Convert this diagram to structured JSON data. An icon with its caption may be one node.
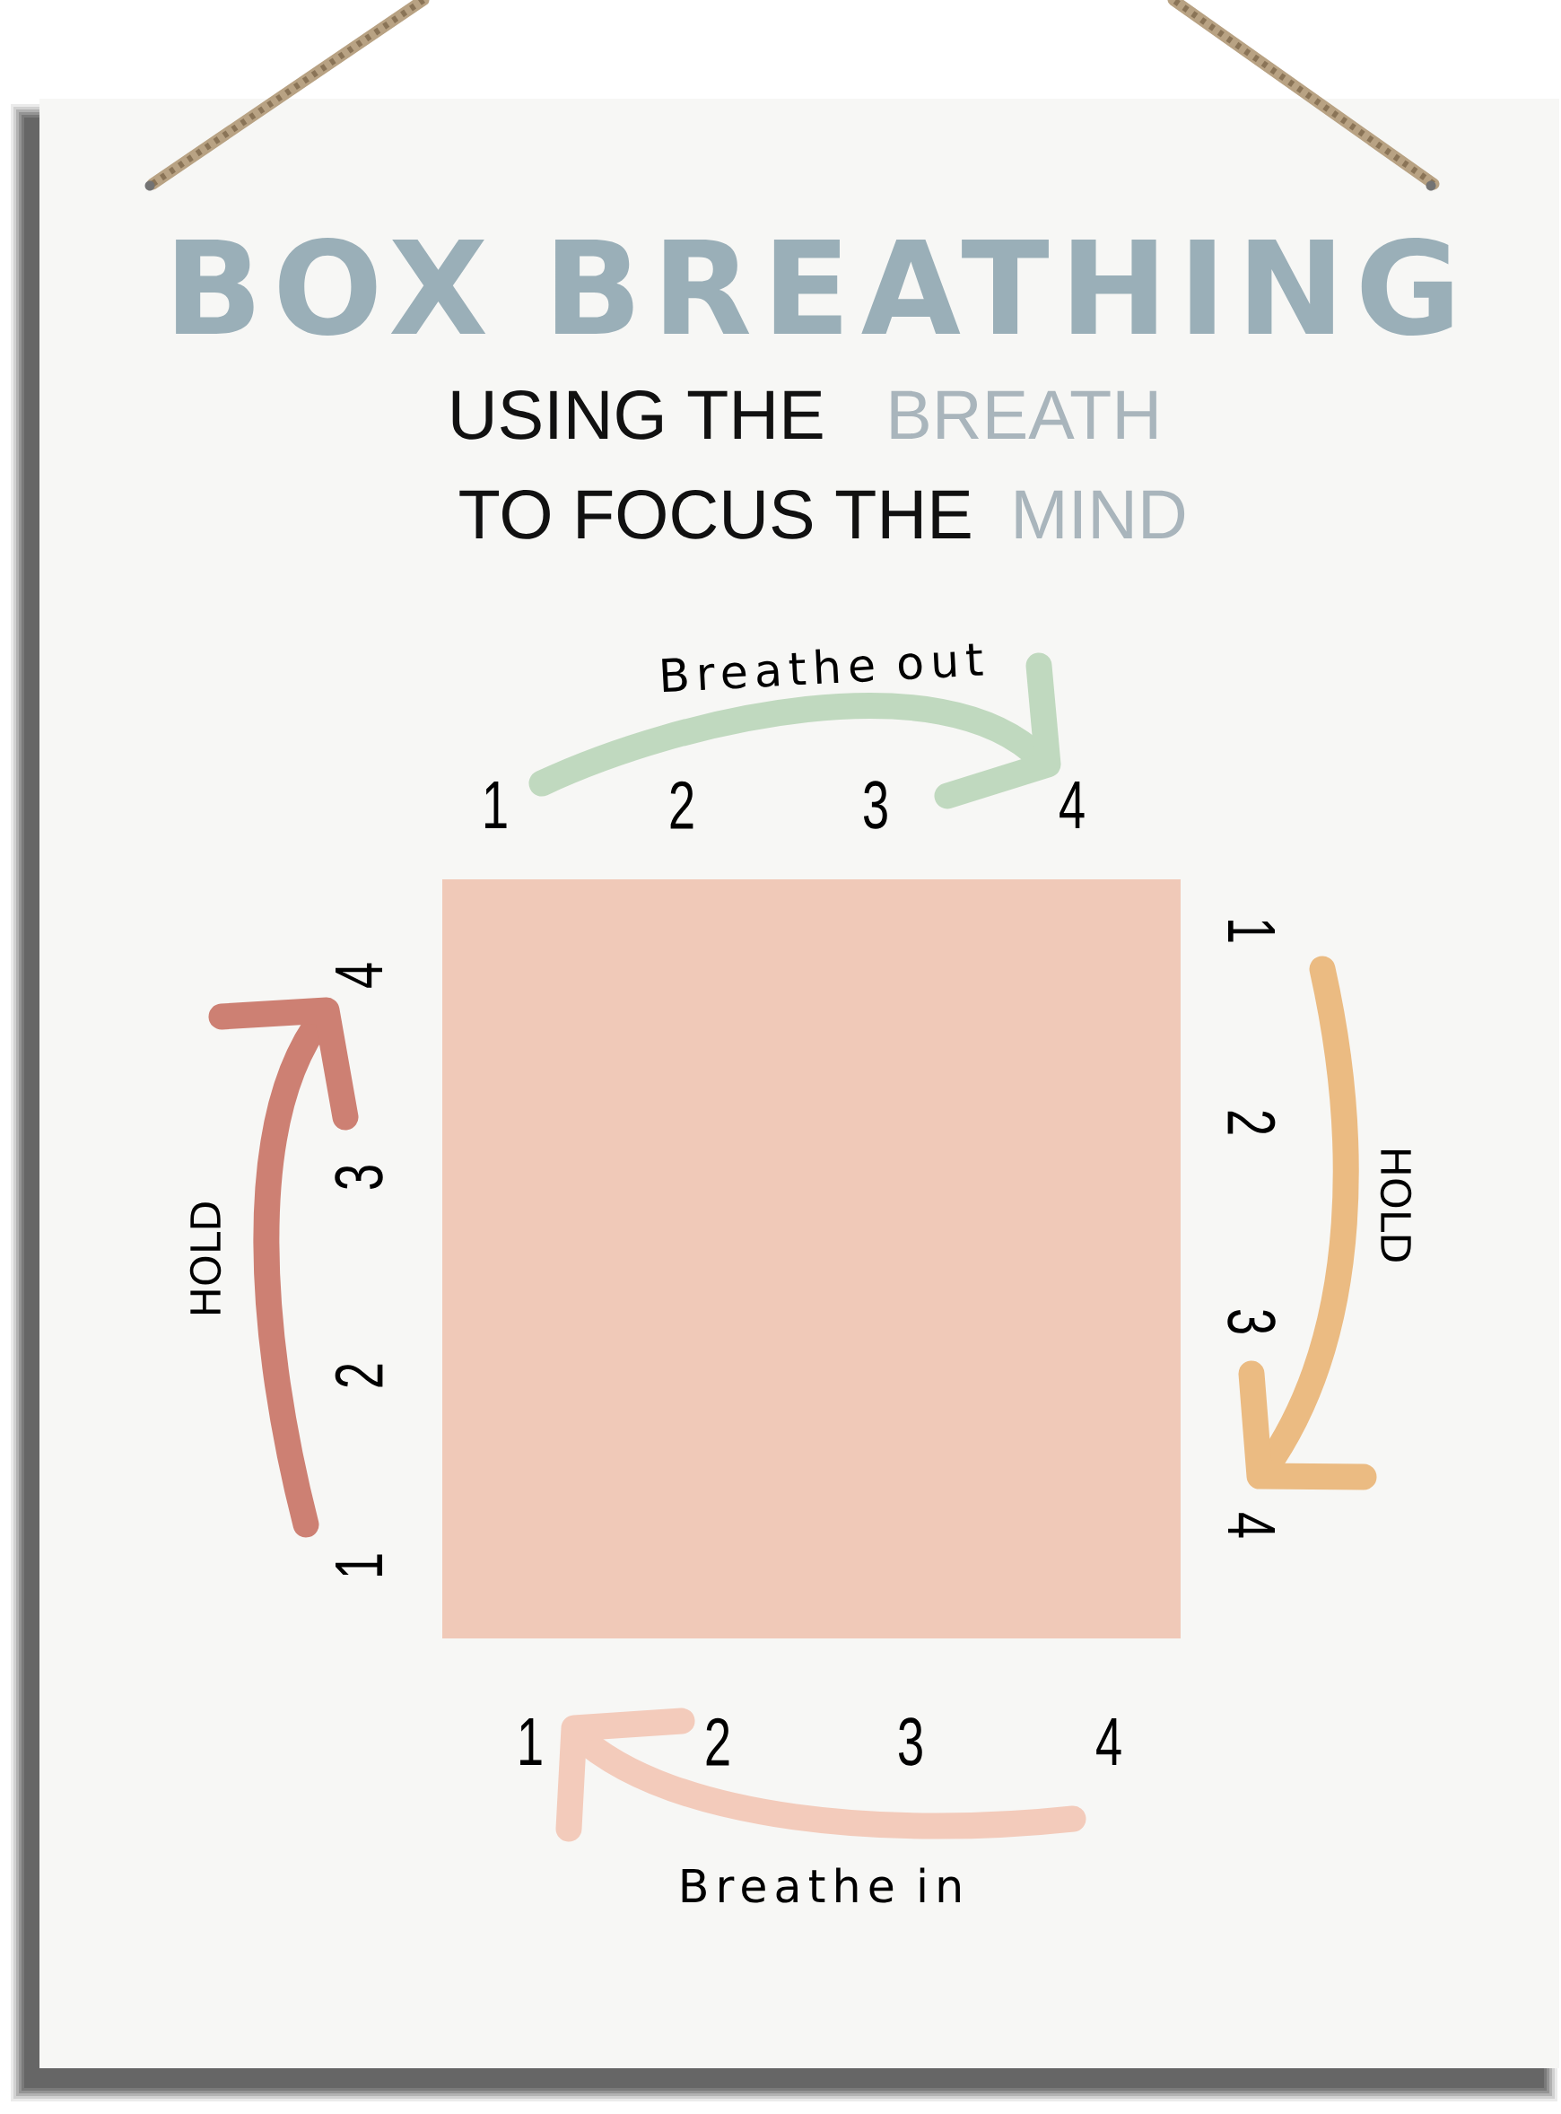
{
  "diagram": {
    "title": "BOX BREATHING",
    "nodes": [
      {
        "text": [],
        "shape": "box"
      }
    ],
    "labels": [
      "USING THE",
      "BREATH",
      "TO FOCUS THE",
      "MIND",
      "Breathe out",
      "1",
      "2",
      "3",
      "4",
      "HOLD",
      "1",
      "2",
      "3",
      "4",
      "1",
      "2",
      "3",
      "4",
      "HOLD",
      "1",
      "2",
      "3",
      "4",
      "Breathe in"
    ]
  }
}
